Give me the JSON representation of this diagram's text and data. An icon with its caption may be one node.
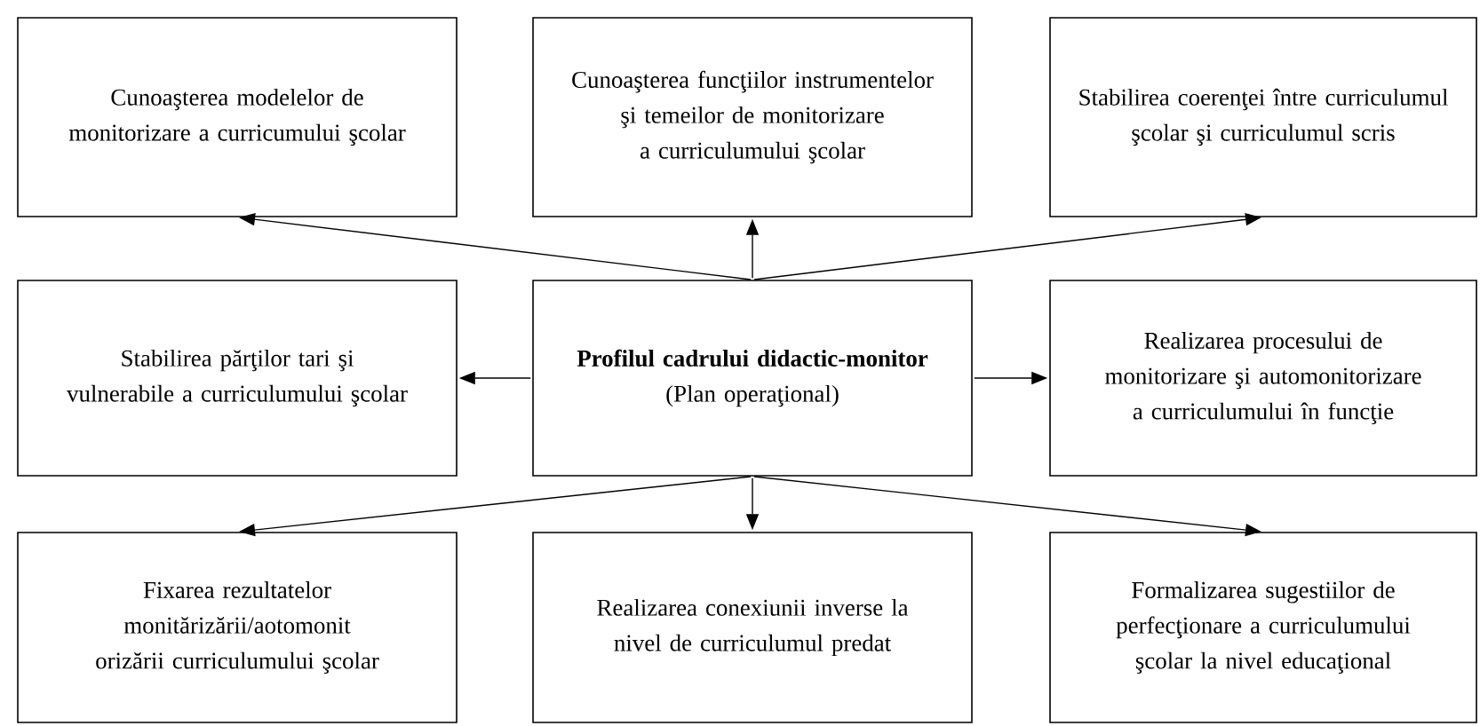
{
  "diagram": {
    "nodes": [
      {
        "text": [
          "Cunoaşterea modelelor de monitorizare a curricumului şcolar"
        ]
      },
      {
        "text": [
          "Cunoaşterea funcţiilor instrumentelor şi temeilor de monitorizare a curriculumului şcolar"
        ]
      },
      {
        "text": [
          "Stabilirea coerenţei între curriculumul şcolar şi curriculumul scris"
        ]
      },
      {
        "text": [
          "Stabilirea părţilor tari şi vulnerabile a curriculumului şcolar"
        ]
      },
      {
        "text": [
          "Profilul cadrului didactic-monitor",
          "(Plan operaţional)"
        ]
      },
      {
        "text": [
          "Realizarea procesului de monitorizare şi automonitorizare a curriculumului în funcţie"
        ]
      },
      {
        "text": [
          "Fixarea rezultatelor monitărizării/aotomonit orizării curriculumului şcolar"
        ]
      },
      {
        "text": [
          "Realizarea conexiunii inverse la nivel de curriculumul predat"
        ]
      },
      {
        "text": [
          "Formalizarea sugestiilor de perfecţionare a curriculumului şcolar la nivel educaţional"
        ]
      }
    ],
    "edges": [
      {
        "from": 4,
        "to": 0,
        "arrow": "to"
      },
      {
        "from": 4,
        "to": 1,
        "arrow": "to"
      },
      {
        "from": 4,
        "to": 2,
        "arrow": "to"
      },
      {
        "from": 4,
        "to": 3,
        "arrow": "to"
      },
      {
        "from": 4,
        "to": 5,
        "arrow": "to"
      },
      {
        "from": 4,
        "to": 6,
        "arrow": "to"
      },
      {
        "from": 4,
        "to": 7,
        "arrow": "to"
      },
      {
        "from": 4,
        "to": 8,
        "arrow": "to"
      }
    ]
  }
}
